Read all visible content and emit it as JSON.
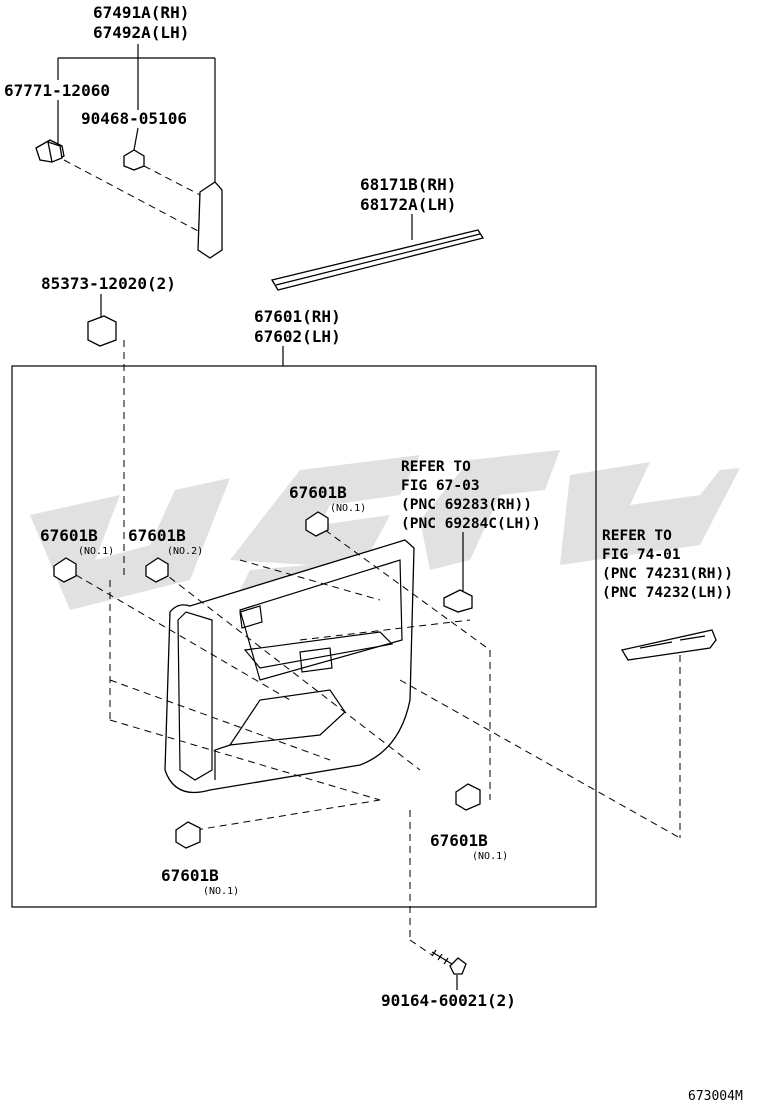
{
  "parts": {
    "p67491a": "67491A(RH)",
    "p67492a": "67492A(LH)",
    "p67771": "67771-12060",
    "p90468": "90468-05106",
    "p68171b": "68171B(RH)",
    "p68172a": "68172A(LH)",
    "p85373": "85373-12020(2)",
    "p67601": "67601(RH)",
    "p67602": "67602(LH)",
    "clip_a": "67601B",
    "clip_a_no": "(NO.1)",
    "clip_b": "67601B",
    "clip_b_no": "(NO.1)",
    "clip_c": "67601B",
    "clip_c_no": "(NO.2)",
    "clip_d": "67601B",
    "clip_d_no": "(NO.1)",
    "clip_e": "67601B",
    "clip_e_no": "(NO.1)",
    "p90164": "90164-60021(2)"
  },
  "refs": {
    "r1_line1": "REFER TO",
    "r1_line2": "FIG 67-03",
    "r1_line3": "(PNC 69283(RH))",
    "r1_line4": "(PNC 69284C(LH))",
    "r2_line1": "REFER TO",
    "r2_line2": "FIG 74-01",
    "r2_line3": "(PNC 74231(RH))",
    "r2_line4": "(PNC 74232(LH))"
  },
  "figure_id": "673004M"
}
